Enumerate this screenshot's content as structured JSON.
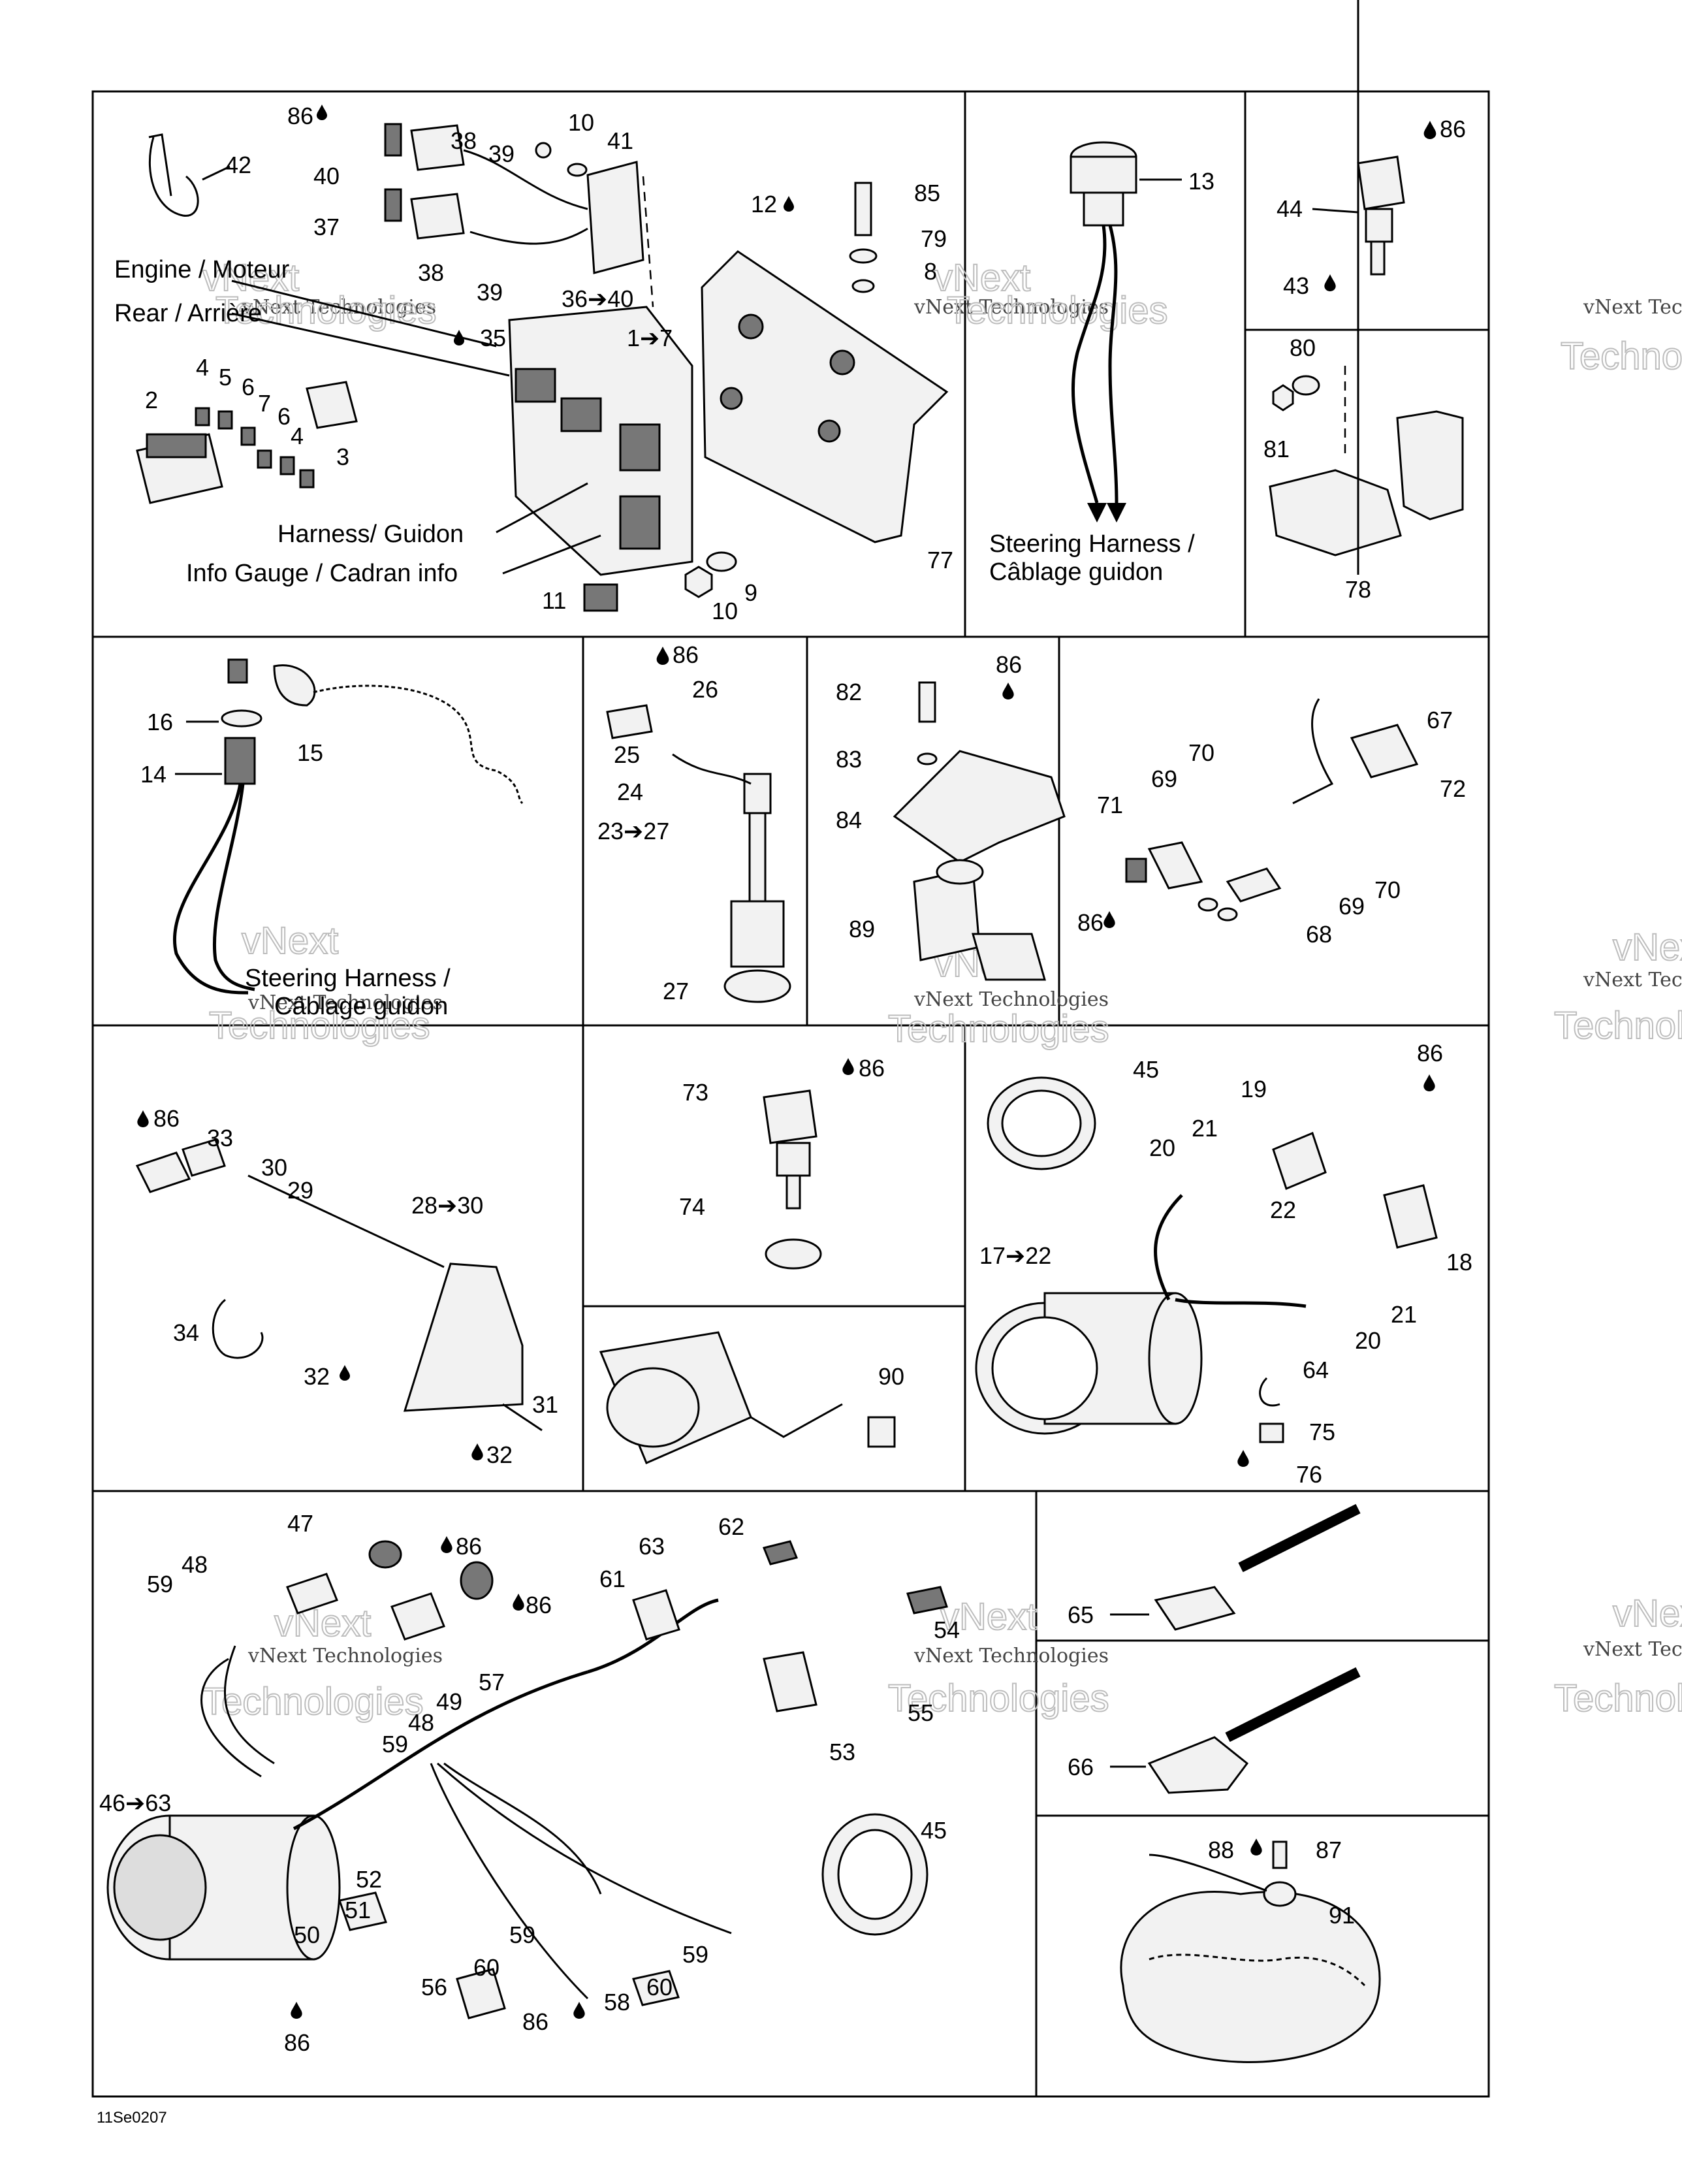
{
  "ref_code": "11Se0207",
  "watermark": {
    "line1": "vNext Technologies",
    "line2": "vNext",
    "line3": "Technologies"
  },
  "panel_a": {
    "callouts": [
      "86",
      "40",
      "42",
      "38",
      "39",
      "10",
      "41",
      "37",
      "38",
      "39",
      "36➔40",
      "12",
      "85",
      "79",
      "8",
      "35",
      "1➔7",
      "2",
      "4",
      "5",
      "6",
      "7",
      "6",
      "4",
      "3",
      "9",
      "10",
      "11",
      "77"
    ],
    "captions": {
      "engine": "Engine / Moteur",
      "rear": "Rear / Arrière",
      "harness": "Harness/ Guidon",
      "info": "Info Gauge / Cadran info"
    }
  },
  "panel_b": {
    "callouts": [
      "13"
    ],
    "caption1": "Steering Harness /",
    "caption2": "Câblage guidon"
  },
  "panel_c": {
    "callouts": [
      "86",
      "44",
      "43"
    ]
  },
  "panel_d": {
    "callouts": [
      "80",
      "81",
      "78"
    ]
  },
  "panel_e": {
    "callouts": [
      "16",
      "14",
      "15"
    ],
    "caption1": "Steering Harness /",
    "caption2": "Câblage guidon"
  },
  "panel_f": {
    "callouts": [
      "86",
      "26",
      "25",
      "24",
      "23➔27",
      "27"
    ]
  },
  "panel_g": {
    "callouts": [
      "82",
      "86",
      "83",
      "84",
      "89"
    ]
  },
  "panel_h": {
    "callouts": [
      "67",
      "70",
      "69",
      "72",
      "71",
      "70",
      "69",
      "86",
      "68"
    ]
  },
  "panel_i": {
    "callouts": [
      "86",
      "33",
      "30",
      "29",
      "28➔30",
      "34",
      "32",
      "31",
      "32"
    ]
  },
  "panel_j": {
    "callouts": [
      "73",
      "86",
      "74"
    ]
  },
  "panel_k": {
    "callouts": [
      "90"
    ]
  },
  "panel_l": {
    "callouts": [
      "45",
      "19",
      "86",
      "21",
      "20",
      "22",
      "17➔22",
      "18",
      "21",
      "20",
      "64",
      "75",
      "76"
    ]
  },
  "panel_m": {
    "callouts": [
      "47",
      "86",
      "48",
      "59",
      "86",
      "63",
      "62",
      "61",
      "54",
      "49",
      "57",
      "48",
      "59",
      "55",
      "53",
      "46➔63",
      "45",
      "52",
      "51",
      "50",
      "59",
      "60",
      "56",
      "59",
      "60",
      "58",
      "86",
      "86"
    ]
  },
  "panel_n": {
    "callouts": [
      "65"
    ]
  },
  "panel_o": {
    "callouts": [
      "66"
    ]
  },
  "panel_p": {
    "callouts": [
      "88",
      "87",
      "91"
    ]
  },
  "colors": {
    "line": "#000000",
    "background": "#ffffff",
    "watermark": "#444444"
  }
}
